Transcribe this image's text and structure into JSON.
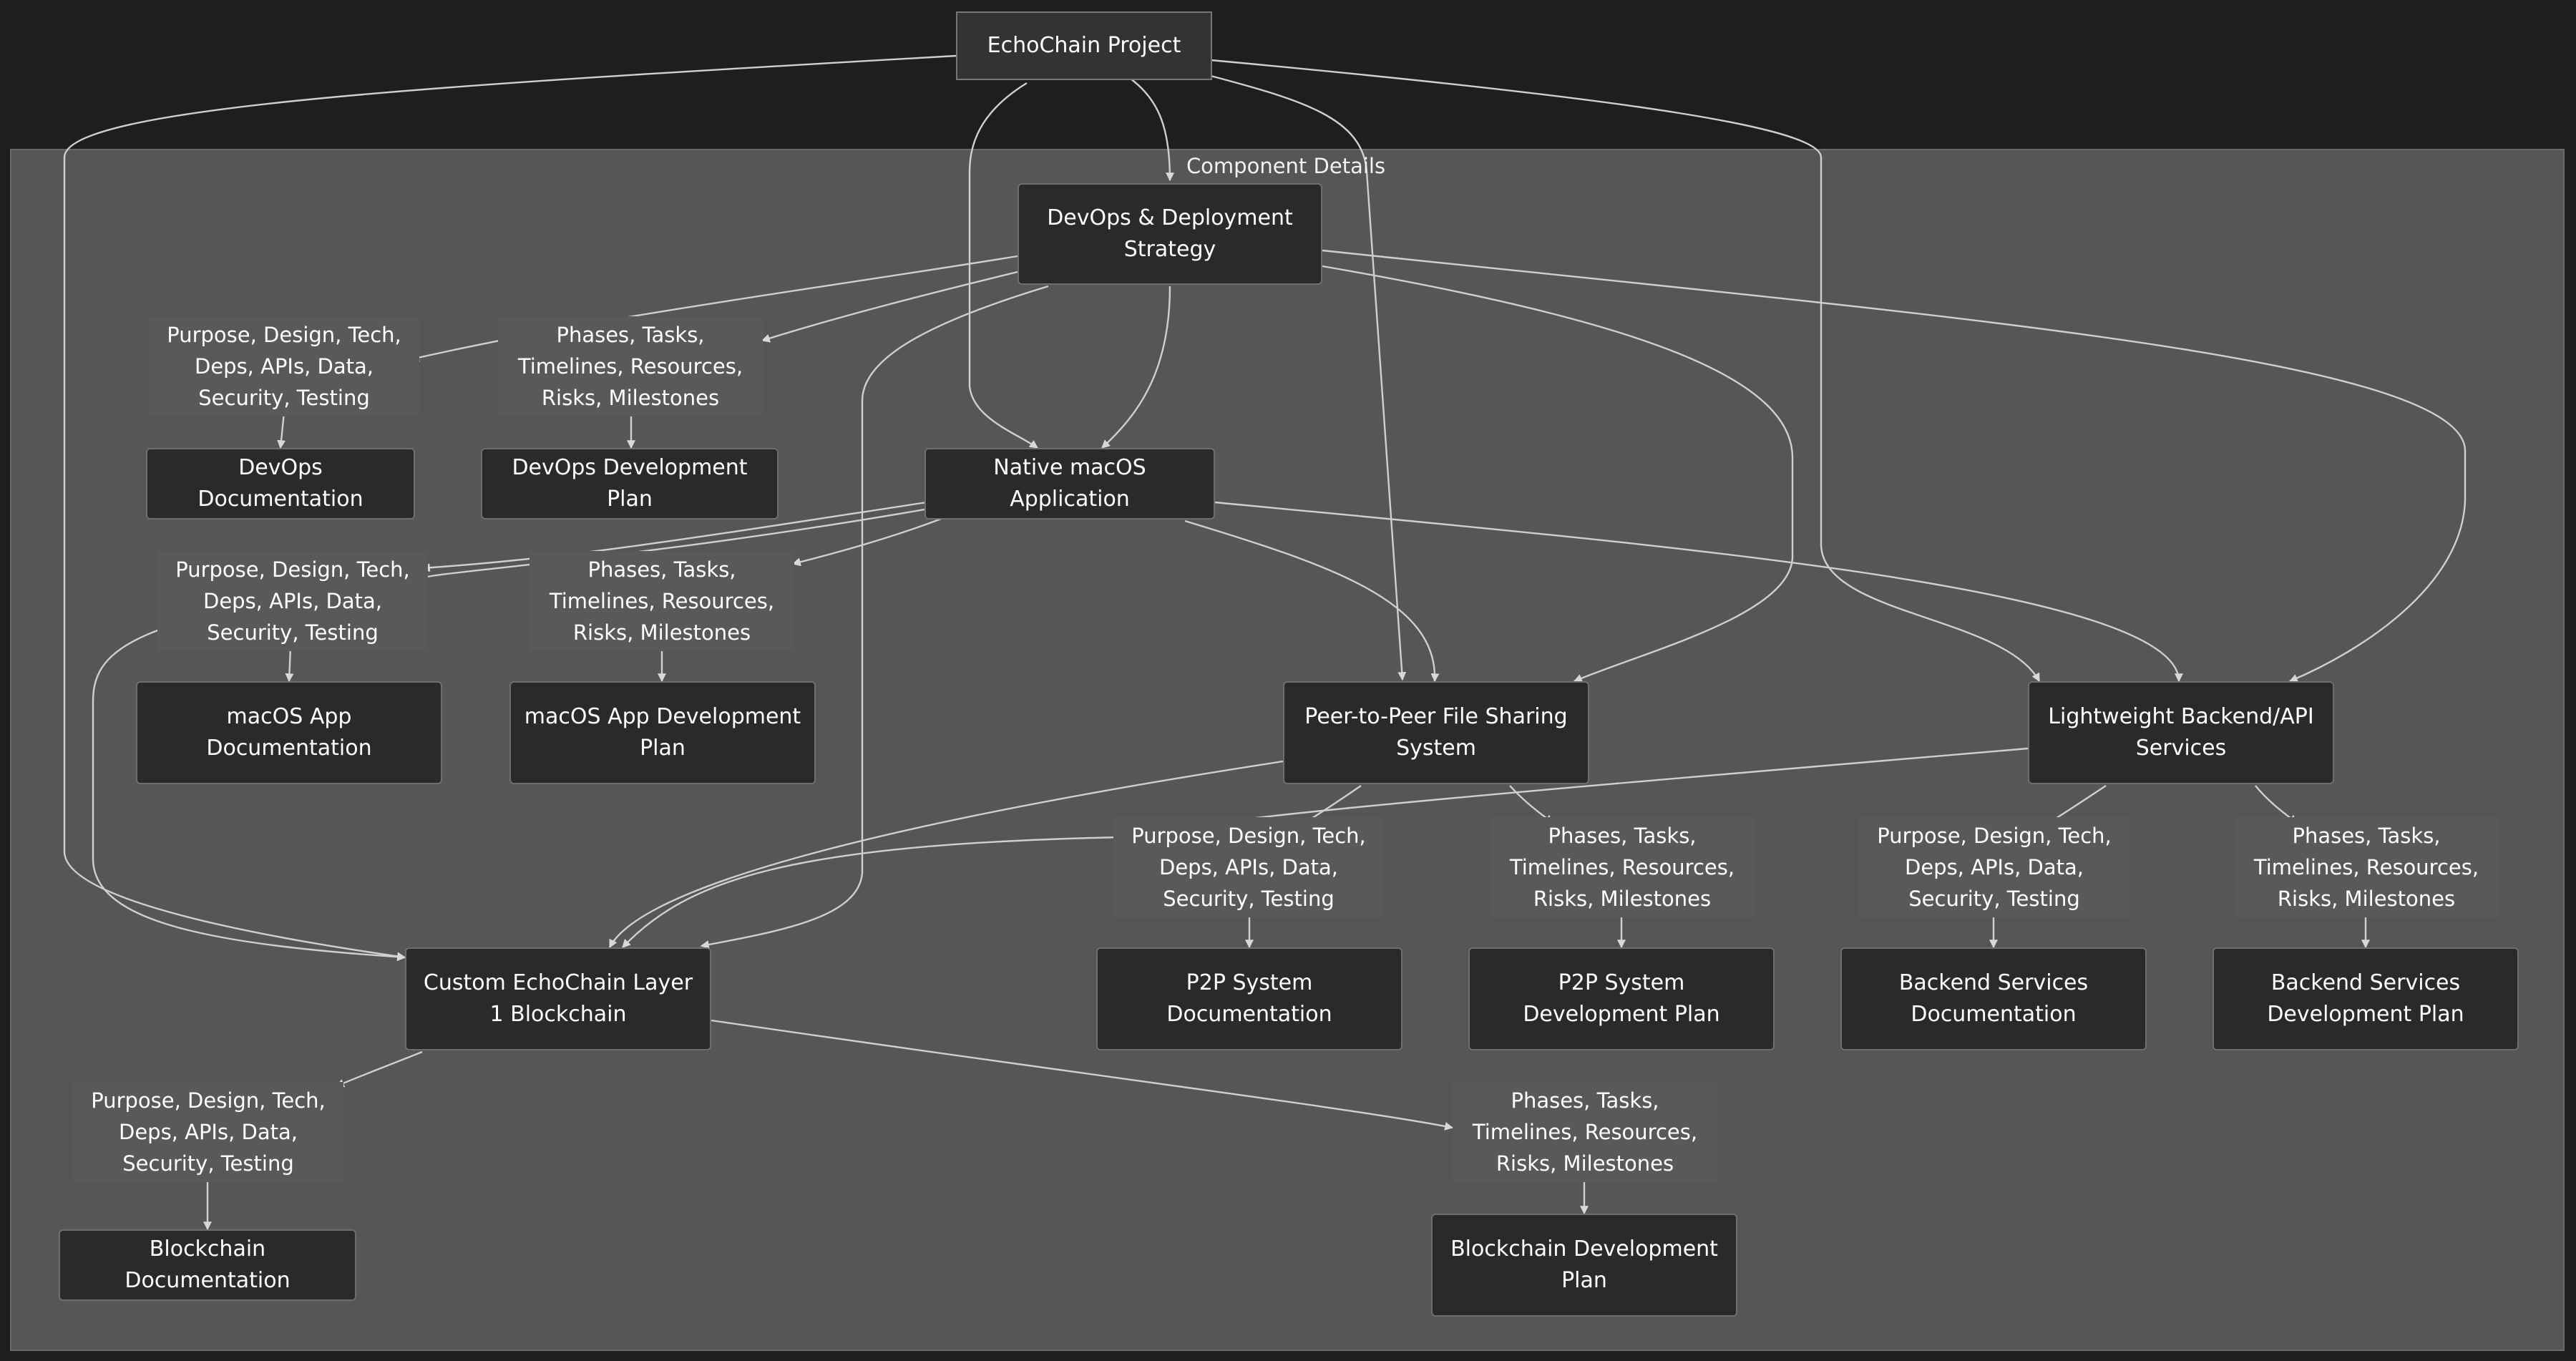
{
  "nodes": {
    "root": "EchoChain Project",
    "devops": "DevOps & Deployment Strategy",
    "devops_doc": "DevOps Documentation",
    "devops_plan": "DevOps Development Plan",
    "macos": "Native macOS Application",
    "macos_doc": "macOS App Documentation",
    "macos_plan": "macOS App Development Plan",
    "p2p": "Peer-to-Peer File Sharing System",
    "backend": "Lightweight Backend/API Services",
    "chain": "Custom EchoChain Layer 1 Blockchain",
    "p2p_doc": "P2P System Documentation",
    "p2p_plan": "P2P System Development Plan",
    "backend_doc": "Backend Services Documentation",
    "backend_plan": "Backend Services Development Plan",
    "chain_doc": "Blockchain Documentation",
    "chain_plan": "Blockchain Development Plan"
  },
  "cluster_label": "Component Details",
  "edge_labels": {
    "doc": "Purpose, Design, Tech, Deps, APIs, Data, Security, Testing",
    "plan": "Phases, Tasks, Timelines, Resources, Risks, Milestones"
  },
  "colors": {
    "background": "#1e1e1e",
    "cluster": "#565656",
    "node_fill": "#2a2a2c",
    "edge": "#d0d0d0"
  }
}
